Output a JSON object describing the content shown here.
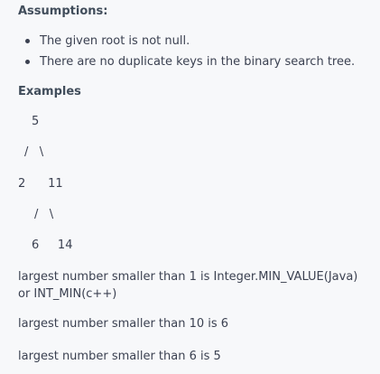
{
  "assumptions": {
    "heading": "Assumptions:",
    "items": [
      "The given root is not null.",
      "There are no duplicate keys in the binary search tree."
    ]
  },
  "examples": {
    "heading": "Examples",
    "tree_lines": [
      "5",
      "/   \\",
      "2      11",
      "/   \\",
      "6     14"
    ],
    "results": [
      "largest number smaller than 1 is Integer.MIN_VALUE(Java) or INT_MIN(c++)",
      "largest number smaller than 10 is 6",
      "largest number smaller than 6 is 5"
    ]
  }
}
